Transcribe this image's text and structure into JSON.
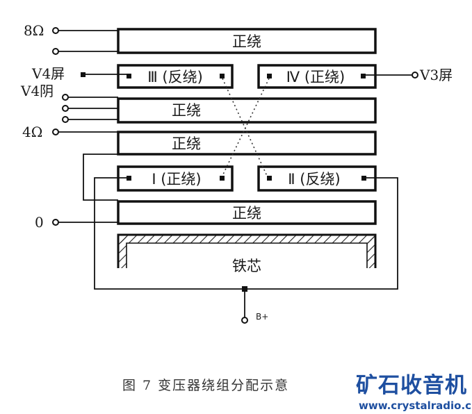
{
  "terminals": {
    "t8ohm": "8Ω",
    "v4screen": "V4屏",
    "v4cathode": "V4阴",
    "t4ohm": "4Ω",
    "t0": "0",
    "v3screen": "V3屏",
    "bplus": "B+"
  },
  "windings": {
    "w1": "正绕",
    "w2_iii": "Ⅲ (反绕)",
    "w2_iv": "Ⅳ (正绕)",
    "w3": "正绕",
    "w4": "正绕",
    "w5_i": "Ⅰ (正绕)",
    "w5_ii": "Ⅱ (反绕)",
    "w6": "正绕",
    "core": "铁芯"
  },
  "caption": "图 7   变压器绕组分配示意",
  "watermark": {
    "logo": "矿石收音机",
    "url": "www.crystalradio.cn"
  }
}
